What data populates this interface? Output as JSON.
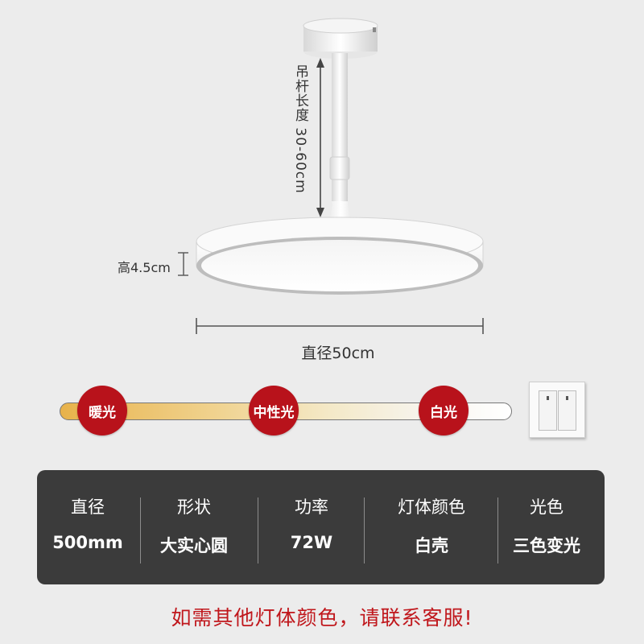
{
  "dimensions": {
    "rod_length_label": "吊杆长度 30-60cm",
    "height_label": "高4.5cm",
    "diameter_label": "直径50cm"
  },
  "color_temperature": {
    "badges": [
      "暖光",
      "中性光",
      "白光"
    ],
    "badge_color": "#b8121b",
    "bar_gradient": [
      "#e8b24a",
      "#ffffff"
    ]
  },
  "specs": [
    {
      "label": "直径",
      "value": "500mm"
    },
    {
      "label": "形状",
      "value": "大实心圆"
    },
    {
      "label": "功率",
      "value": "72W"
    },
    {
      "label": "灯体颜色",
      "value": "白壳"
    },
    {
      "label": "光色",
      "value": "三色变光"
    }
  ],
  "footer_note": "如需其他灯体颜色，请联系客服!",
  "colors": {
    "background": "#ececec",
    "panel": "#3b3b3b",
    "accent_red": "#c0171c"
  },
  "icons": [
    "ceiling-lamp-illustration",
    "wall-switch-icon"
  ]
}
